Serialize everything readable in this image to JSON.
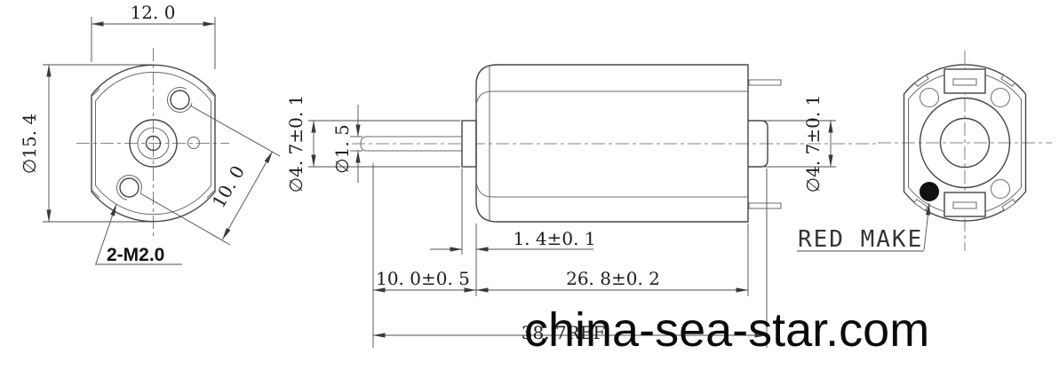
{
  "front_view": {
    "dim_width": "12. 0",
    "dim_outer_diameter": "∅15. 4",
    "dim_hole_spacing": "10. 0",
    "label_mounting_holes": "2-M2.0"
  },
  "side_view": {
    "dim_front_boss_diameter": "∅4. 7±0. 1",
    "dim_shaft_diameter": "∅1. 5",
    "dim_front_boss_length": "1. 4±0. 1",
    "dim_shaft_length": "10. 0±0. 5",
    "dim_body_length": "26. 8±0. 2",
    "dim_overall_length": "38. 7REF",
    "dim_rear_boss_diameter": "∅4. 7±0. 1"
  },
  "rear_view": {
    "label_polarity_mark": "RED MAKE"
  },
  "watermark": {
    "text": "china-sea-star.com"
  },
  "colors": {
    "object_line": "#454545",
    "dimension_line": "#4c4c4c",
    "text": "#1c1c1c",
    "polarity_dot": "#111111",
    "watermark_text": "#0b0b0b",
    "background": "#ffffff"
  }
}
